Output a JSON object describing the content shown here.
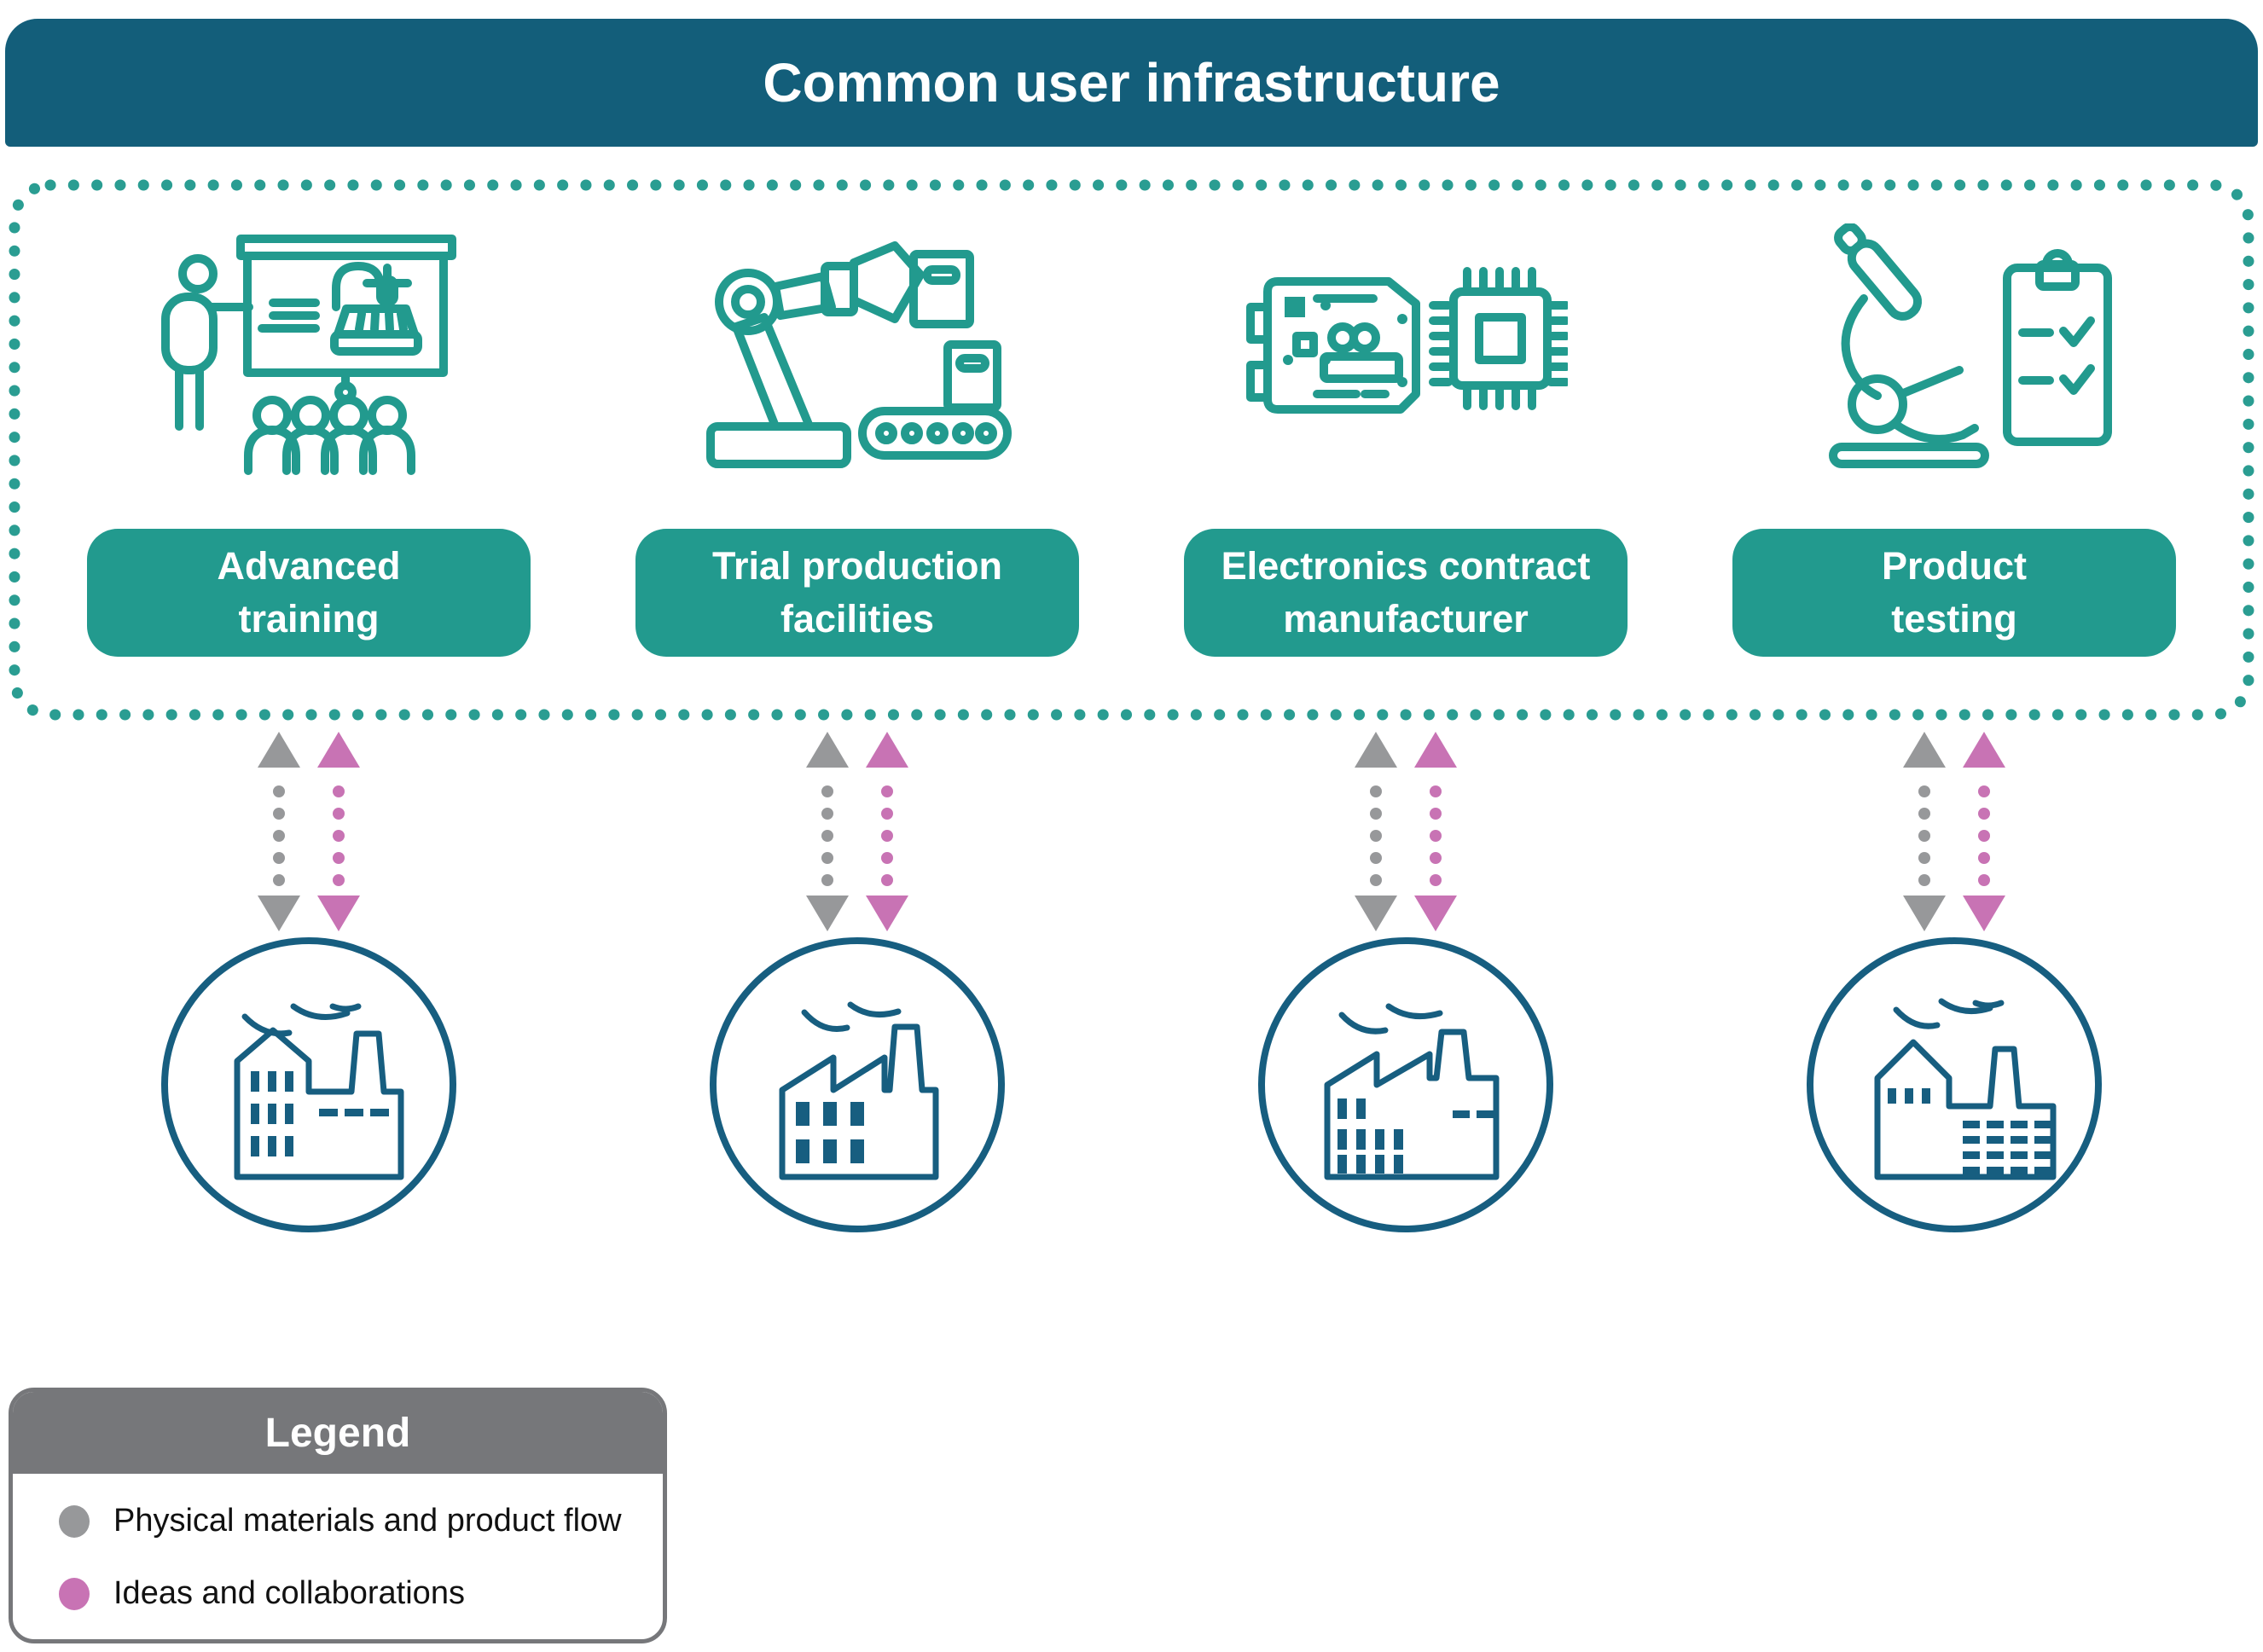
{
  "title": "Common user infrastructure",
  "facilities": [
    {
      "icon": "advanced-training-icon",
      "line1": "Advanced",
      "line2": "training"
    },
    {
      "icon": "trial-production-icon",
      "line1": "Trial production",
      "line2": "facilities"
    },
    {
      "icon": "electronics-manufacturer-icon",
      "line1": "Electronics contract",
      "line2": "manufacturer"
    },
    {
      "icon": "product-testing-icon",
      "line1": "Product",
      "line2": "testing"
    }
  ],
  "flows": {
    "physical": {
      "label": "Physical materials and product flow",
      "color": "#97989A"
    },
    "ideas": {
      "label": "Ideas and collaborations",
      "color": "#C873B4"
    }
  },
  "factories": {
    "count": 4,
    "icon": "factory-icon"
  },
  "legend": {
    "title": "Legend",
    "items": [
      {
        "swatch": "gray-dot",
        "label": "Physical materials and product flow",
        "color": "#97989A"
      },
      {
        "swatch": "pink-dot",
        "label": "Ideas and collaborations",
        "color": "#C873B4"
      }
    ]
  },
  "colors": {
    "header_bg": "#135E7A",
    "teal": "#229A8E",
    "teal_dots": "#2A9D92",
    "factory_outline": "#175E80",
    "physical_flow": "#97989A",
    "ideas_flow": "#C873B4",
    "legend_header_bg": "#76777A",
    "text_on_dark": "#FFFFFF",
    "legend_text": "#111111"
  }
}
